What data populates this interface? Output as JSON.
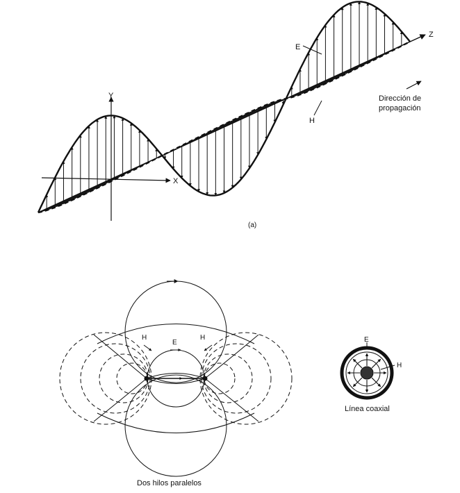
{
  "figure_a": {
    "axis_y": "Y",
    "axis_x": "X",
    "axis_z": "Z",
    "label_e": "E",
    "label_h": "H",
    "direction_line1": "Dirección de",
    "direction_line2": "propagación",
    "panel_label": "(a)"
  },
  "parallel_wires": {
    "label_h_left": "H",
    "label_e": "E",
    "label_h_right": "H",
    "caption": "Dos hilos paralelos"
  },
  "coaxial": {
    "label_e": "E",
    "label_h": "H",
    "caption": "Línea coaxial"
  },
  "colors": {
    "ink": "#111111",
    "background": "#ffffff"
  }
}
